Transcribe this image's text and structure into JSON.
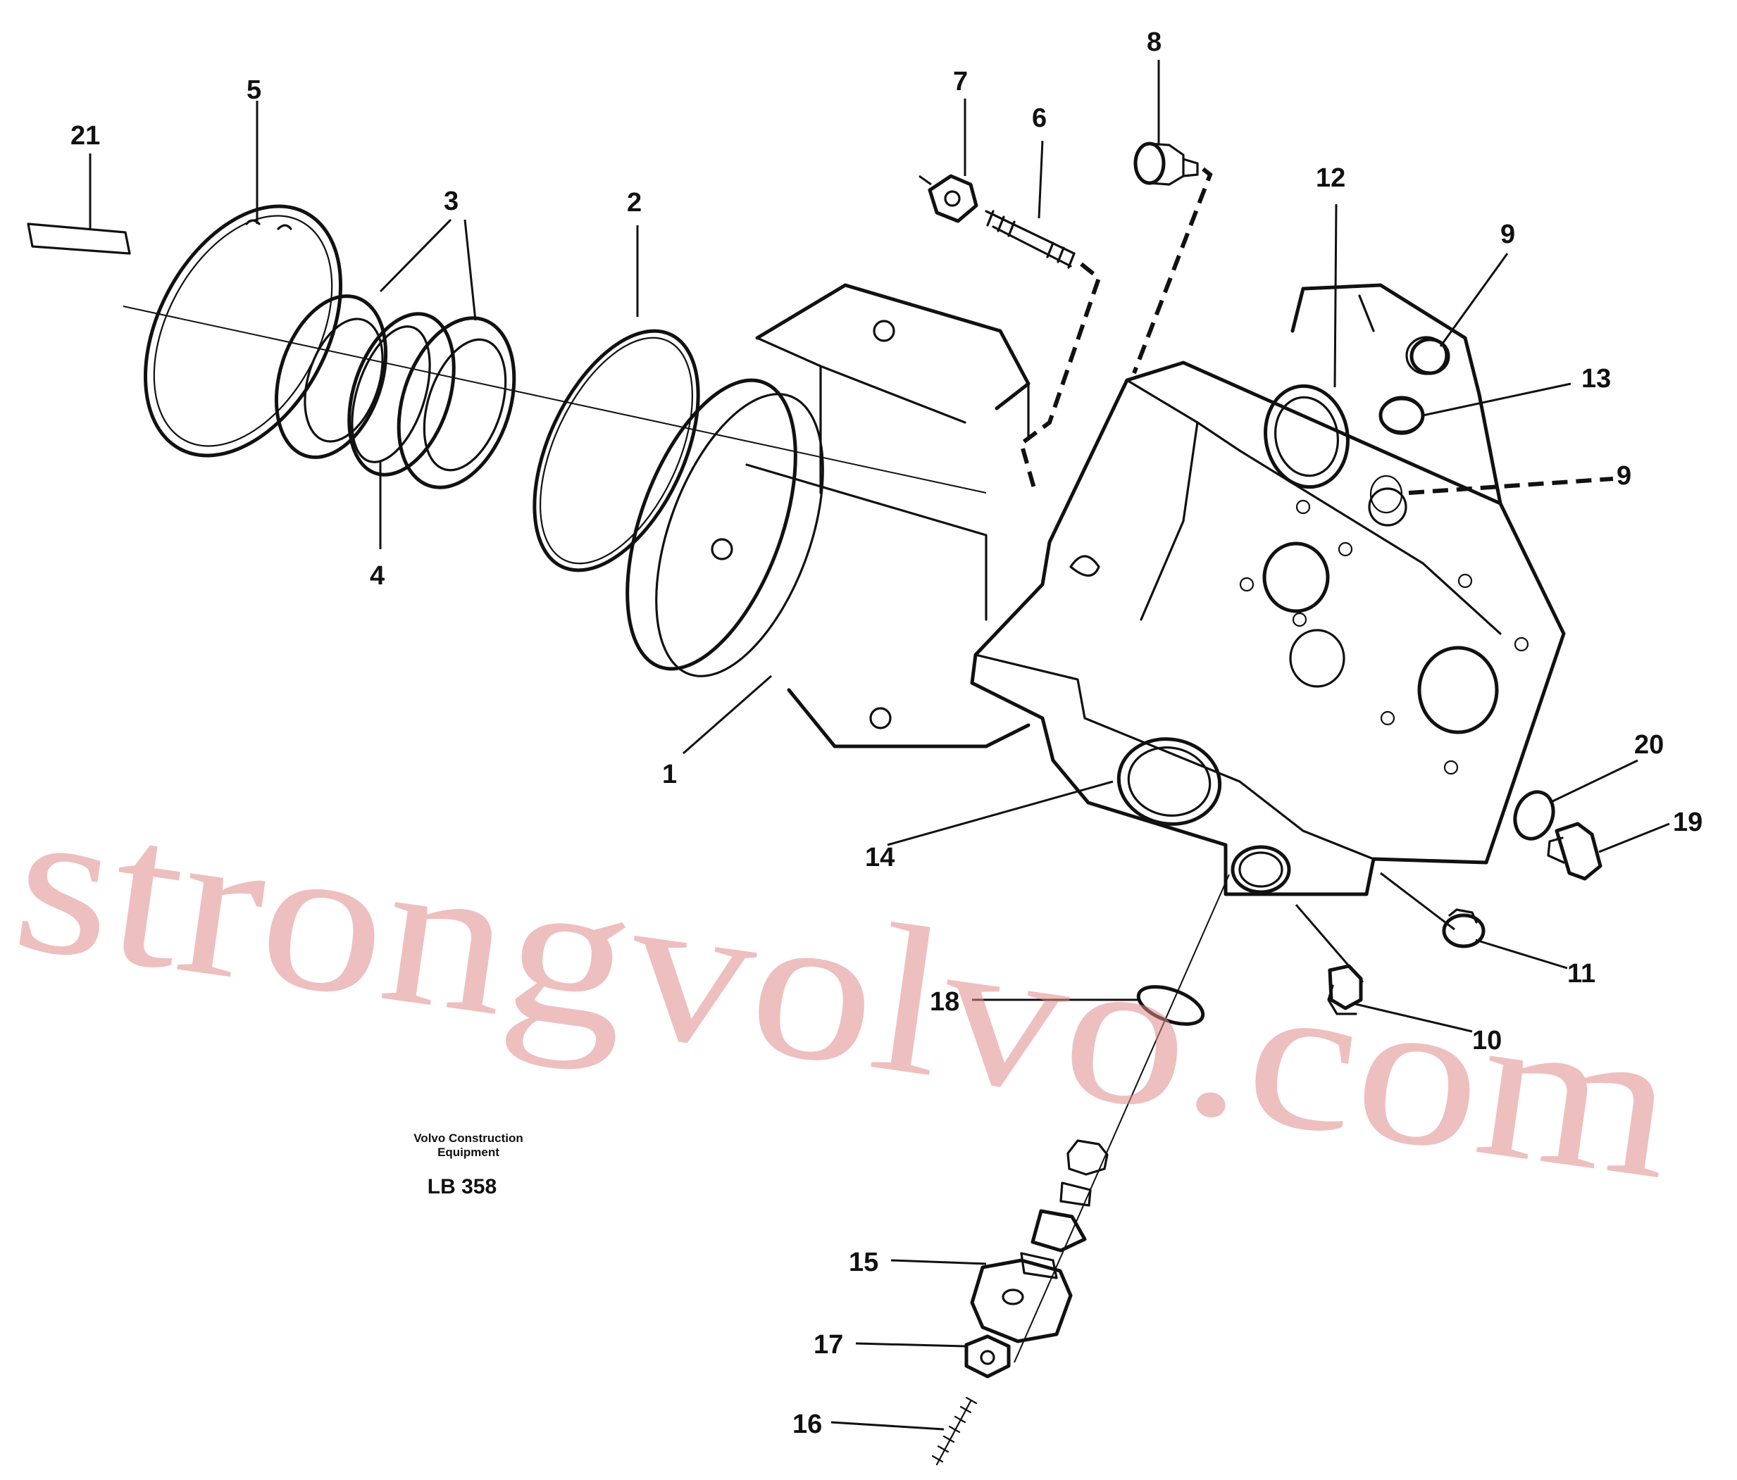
{
  "callouts": {
    "c1": "1",
    "c2": "2",
    "c3": "3",
    "c4": "4",
    "c5": "5",
    "c6": "6",
    "c7": "7",
    "c8": "8",
    "c9a": "9",
    "c9b": "9",
    "c10": "10",
    "c11": "11",
    "c12": "12",
    "c13": "13",
    "c14": "14",
    "c15": "15",
    "c16": "16",
    "c17": "17",
    "c18": "18",
    "c19": "19",
    "c20": "20",
    "c21": "21"
  },
  "caption": {
    "line1": "Volvo Construction",
    "line2": "Equipment",
    "code": "LB 358"
  },
  "watermark": "strongvolvo.com",
  "colors": {
    "ink": "#111111",
    "watermark": "#e08a8a",
    "background": "#ffffff"
  }
}
